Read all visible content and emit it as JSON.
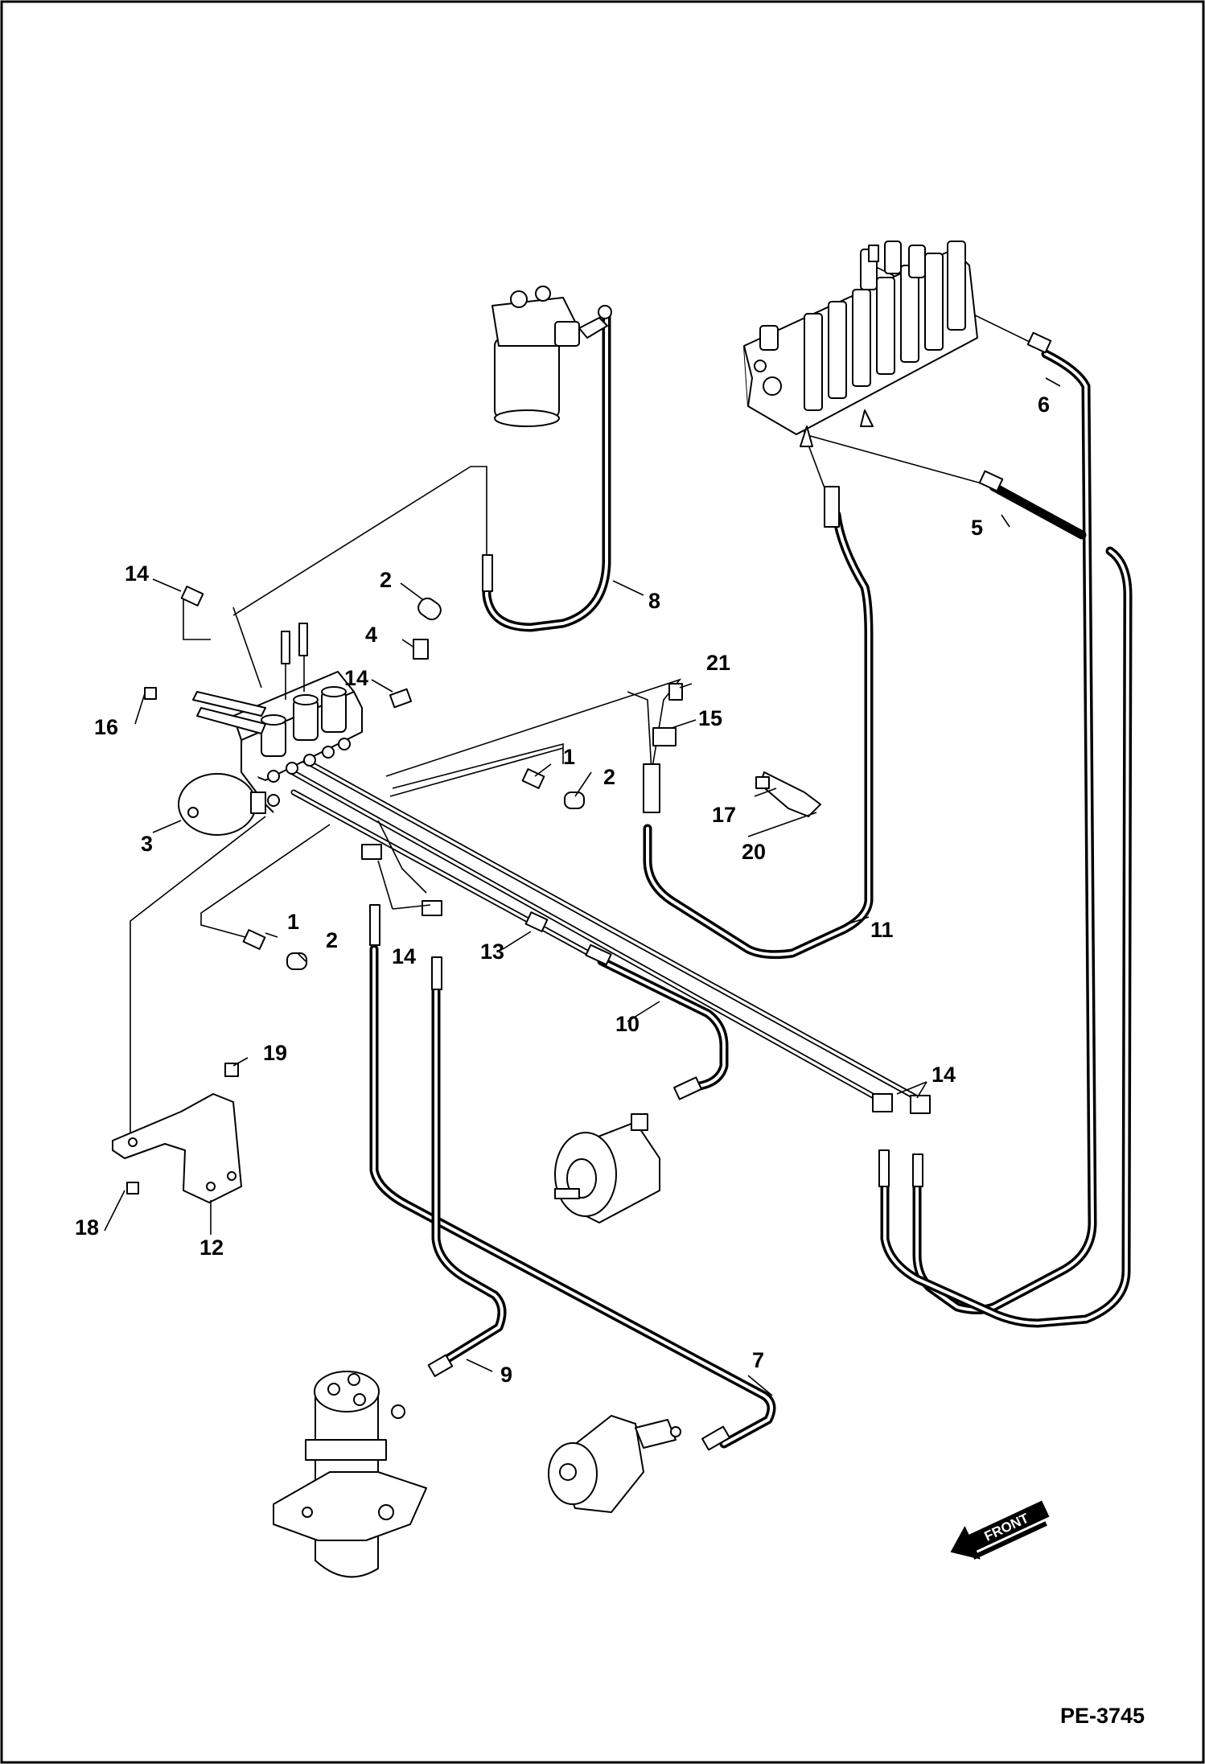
{
  "drawing_code": "PE-3745",
  "orientation_label": "FRONT",
  "callouts": {
    "c1a": "1",
    "c1b": "1",
    "c2a": "2",
    "c2b": "2",
    "c2c": "2",
    "c3": "3",
    "c4": "4",
    "c5": "5",
    "c6": "6",
    "c7": "7",
    "c8": "8",
    "c9": "9",
    "c10": "10",
    "c11": "11",
    "c12": "12",
    "c13": "13",
    "c14a": "14",
    "c14b": "14",
    "c14c": "14",
    "c14d": "14",
    "c15": "15",
    "c16": "16",
    "c17": "17",
    "c18": "18",
    "c19": "19",
    "c20": "20",
    "c21": "21"
  },
  "colors": {
    "line": "#000000",
    "background": "#ffffff"
  },
  "icons": [
    "front-arrow-icon"
  ]
}
